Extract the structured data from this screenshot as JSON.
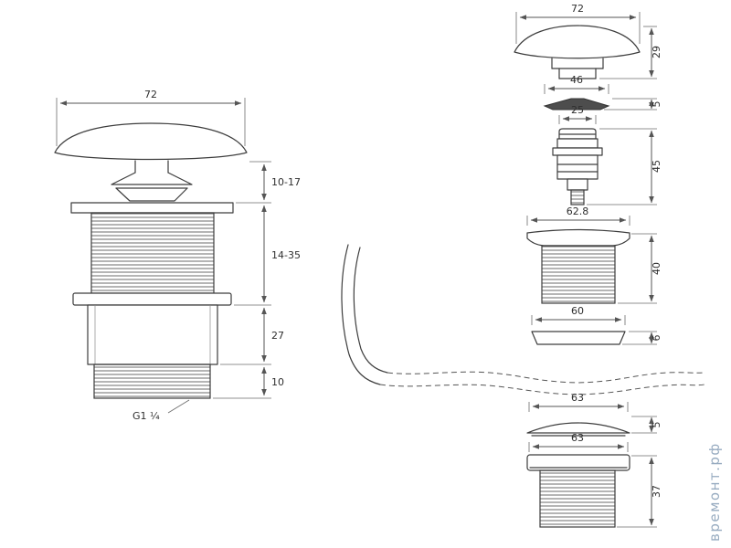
{
  "assembled_view": {
    "width_label": "72",
    "dim_cap": "10-17",
    "dim_thread": "14-35",
    "dim_body": "27",
    "dim_tail": "10",
    "thread_size": "G1 ¼"
  },
  "exploded_view": {
    "cap": {
      "width": "72",
      "height": "29"
    },
    "top_washer": {
      "width": "46",
      "height": "5"
    },
    "valve_stem": {
      "width": "25",
      "height": "45"
    },
    "threaded_body": {
      "width": "62.8",
      "height": "40"
    },
    "ring": {
      "width": "60",
      "height": "6"
    },
    "dome_washer": {
      "width": "63",
      "height": "5"
    },
    "lock_nut": {
      "width": "63",
      "height": "37"
    }
  },
  "watermark": {
    "text": "времонт.рф",
    "color": "#8ca3ba"
  },
  "line_color": "#3d3d3d"
}
